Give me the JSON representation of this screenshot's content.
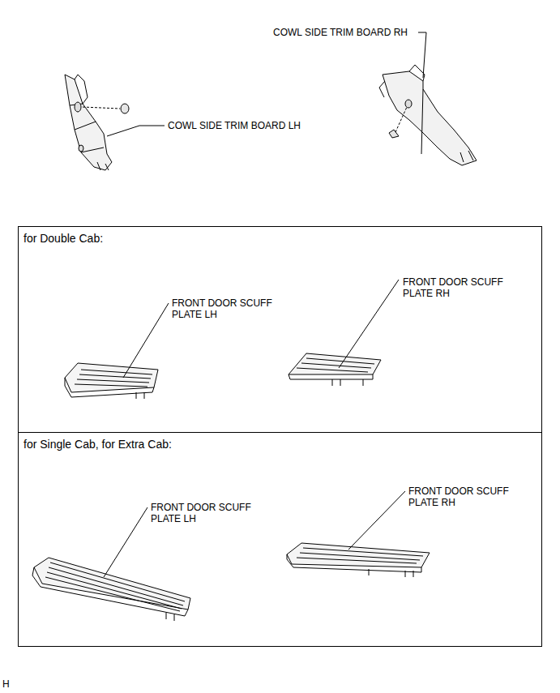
{
  "diagram": {
    "nodes": [
      {
        "text": [
          "for Double Cab:"
        ]
      },
      {
        "text": [
          "for Single Cab, for Extra Cab:"
        ]
      }
    ],
    "labels": [
      "COWL SIDE TRIM BOARD RH",
      "COWL SIDE TRIM BOARD LH",
      "FRONT DOOR SCUFF PLATE LH",
      "FRONT DOOR SCUFF PLATE RH",
      "FRONT DOOR SCUFF PLATE LH",
      "FRONT DOOR SCUFF PLATE RH",
      "H"
    ]
  }
}
